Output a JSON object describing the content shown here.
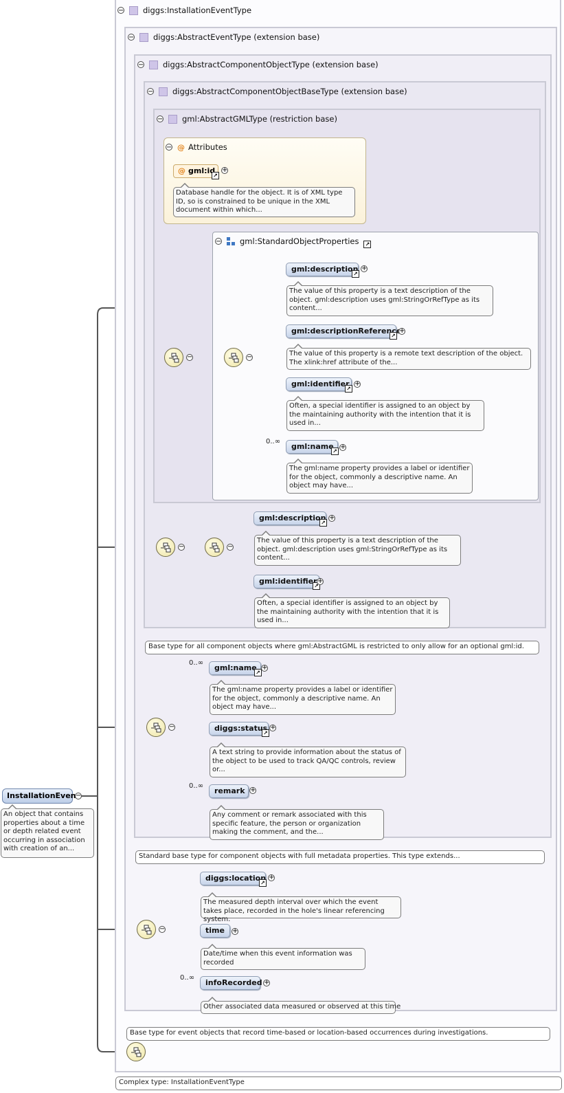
{
  "root": {
    "element": "InstallationEvent",
    "doc": "An object that contains properties about a time or depth related event occurring in association with creation of an..."
  },
  "types": {
    "t0": "diggs:InstallationEventType",
    "t1": "diggs:AbstractEventType (extension base)",
    "t2": "diggs:AbstractComponentObjectType (extension base)",
    "t3": "diggs:AbstractComponentObjectBaseType (extension base)",
    "t4": "gml:AbstractGMLType (restriction base)"
  },
  "attributes": {
    "header": "Attributes",
    "id": "gml:id",
    "id_doc": "Database handle for the object. It is of XML type ID, so is constrained to be unique in the XML document within which..."
  },
  "group": {
    "name": "gml:StandardObjectProperties"
  },
  "std": {
    "description": "gml:description",
    "description_doc": "The value of this property is a text description of the object. gml:description uses gml:StringOrRefType as its content...",
    "descriptionReference": "gml:descriptionReference",
    "descriptionReference_doc": "The value of this property is a remote text description of the object. The xlink:href attribute of the...",
    "identifier": "gml:identifier",
    "identifier_doc": "Often, a special identifier is assigned to an object by the maintaining authority with the intention that it is used in...",
    "name_occ": "0..∞",
    "name": "gml:name",
    "name_doc": "The gml:name property provides a label or identifier for the object, commonly a descriptive name. An object may have..."
  },
  "base": {
    "description": "gml:description",
    "description_doc": "The value of this property is a text description of the object. gml:description uses gml:StringOrRefType as its content...",
    "identifier": "gml:identifier",
    "identifier_doc": "Often, a special identifier is assigned to an object by the maintaining authority with the intention that it is used in...",
    "type_doc": "Base type for all component objects where gml:AbstractGML is restricted to only allow for an optional gml:id."
  },
  "comp": {
    "name_occ": "0..∞",
    "name": "gml:name",
    "name_doc": "The gml:name property provides a label or identifier for the object, commonly a descriptive name. An object may have...",
    "status": "diggs:status",
    "status_doc": "A text string to provide information about the status of the object to be used to track QA/QC controls, review or...",
    "remark_occ": "0..∞",
    "remark": "remark",
    "remark_doc": "Any comment or remark associated with this specific feature, the person or organization making the comment, and the...",
    "type_doc": "Standard base type for component objects with full metadata properties. This type extends..."
  },
  "event": {
    "location": "diggs:location",
    "location_doc": "The measured depth interval over which the event takes place, recorded in the hole's linear referencing system.",
    "time": "time",
    "time_doc": "Date/time when this event information was recorded",
    "info_occ": "0..∞",
    "info": "infoRecorded",
    "info_doc": "Other associated data measured or observed at this time",
    "type_doc": "Base type for event objects that record time-based or location-based occurrences during investigations."
  },
  "complex_type": "Complex type: InstallationEventType",
  "icons": {
    "collapse": "⊖",
    "expand": "⊕",
    "ref": "↗"
  }
}
